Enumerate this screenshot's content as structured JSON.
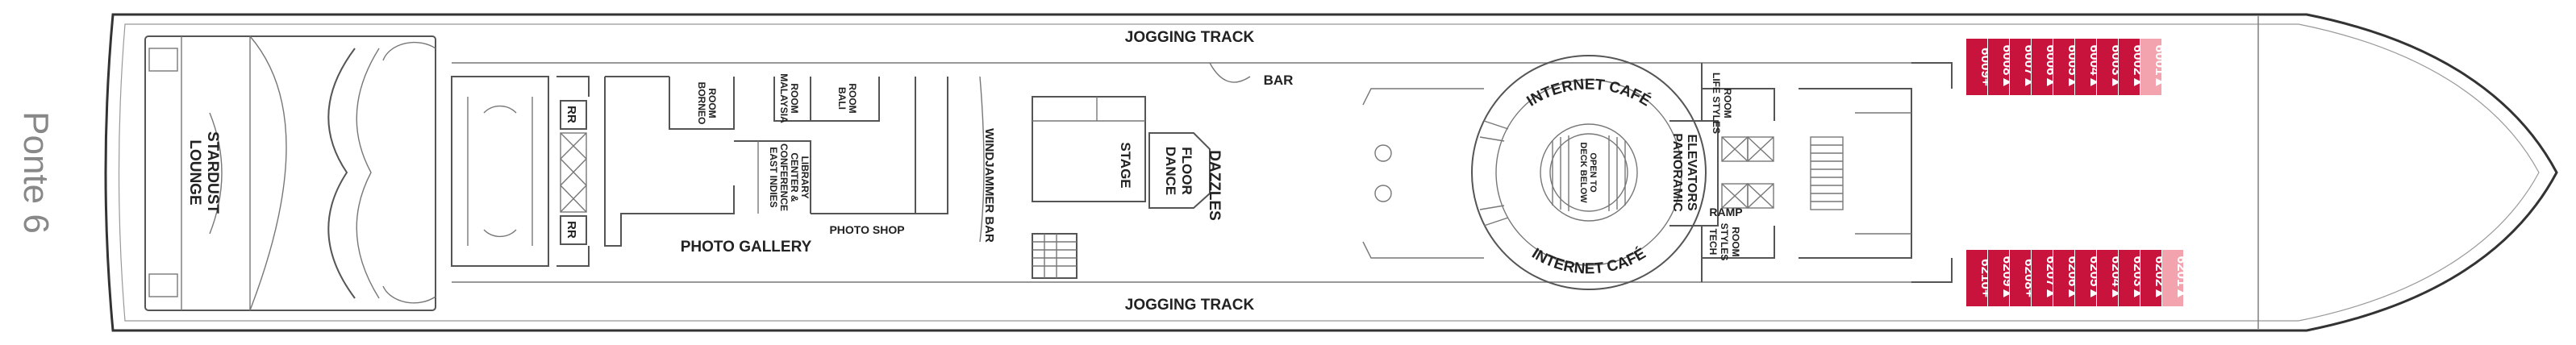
{
  "deck_name": "Ponte 6",
  "colors": {
    "hull": "#333333",
    "wall": "#555555",
    "cabin_suite": "#c8143c",
    "cabin_light": "#f3a3ad",
    "text": "#222222",
    "deck_name_text": "#888888"
  },
  "labels": {
    "jogging_track_top": "JOGGING TRACK",
    "jogging_track_bottom": "JOGGING TRACK",
    "stardust_line1": "STARDUST",
    "stardust_line2": "LOUNGE",
    "rr_top": "RR",
    "rr_bottom": "RR",
    "borneo_line1": "BORNEO",
    "borneo_line2": "ROOM",
    "malaysia_line1": "MALAYSIA",
    "malaysia_line2": "ROOM",
    "bali_line1": "BALI",
    "bali_line2": "ROOM",
    "east_indies_line1": "EAST INDIES",
    "east_indies_line2": "CONFERENCE",
    "east_indies_line3": "CENTER &",
    "east_indies_line4": "LIBRARY",
    "photo_shop": "PHOTO SHOP",
    "photo_gallery": "PHOTO GALLERY",
    "windjammer_bar": "WINDJAMMER BAR",
    "stage": "STAGE",
    "dance_line1": "DANCE",
    "dance_line2": "FLOOR",
    "dazzles": "DAZZLES",
    "bar": "BAR",
    "internet_cafe_top": "INTERNET CAFÉ",
    "internet_cafe_bottom": "INTERNET CAFÉ",
    "open_line1": "OPEN TO",
    "open_line2": "DECK BELOW",
    "panoramic_line1": "PANORAMIC",
    "panoramic_line2": "ELEVATORS",
    "life_styles_line1": "LIFE STYLES",
    "life_styles_line2": "ROOM",
    "tech_styles_line1": "TECH",
    "tech_styles_line2": "STYLES",
    "tech_styles_line3": "ROOM",
    "ramp": "RAMP"
  },
  "cabins_top": [
    {
      "id": "6009",
      "suffix": "+",
      "tone": "dark"
    },
    {
      "id": "6008",
      "suffix": "▲",
      "tone": "dark"
    },
    {
      "id": "6007",
      "suffix": "▲",
      "tone": "dark"
    },
    {
      "id": "6006",
      "suffix": "▲",
      "tone": "dark"
    },
    {
      "id": "6005",
      "suffix": "▲",
      "tone": "dark"
    },
    {
      "id": "6004",
      "suffix": "▲",
      "tone": "dark"
    },
    {
      "id": "6003",
      "suffix": "▲",
      "tone": "dark"
    },
    {
      "id": "6002",
      "suffix": "▲",
      "tone": "dark"
    },
    {
      "id": "6001",
      "suffix": "▲",
      "tone": "light"
    }
  ],
  "cabins_bottom": [
    {
      "id": "6210",
      "suffix": "+",
      "tone": "dark"
    },
    {
      "id": "6209",
      "suffix": "▲",
      "tone": "dark"
    },
    {
      "id": "6208",
      "suffix": "+",
      "tone": "dark"
    },
    {
      "id": "6207",
      "suffix": "▲",
      "tone": "dark"
    },
    {
      "id": "6206",
      "suffix": "▲",
      "tone": "dark"
    },
    {
      "id": "6205",
      "suffix": "▲",
      "tone": "dark"
    },
    {
      "id": "6204",
      "suffix": "▲",
      "tone": "dark"
    },
    {
      "id": "6203",
      "suffix": "▲",
      "tone": "dark"
    },
    {
      "id": "6202",
      "suffix": "▲",
      "tone": "dark"
    },
    {
      "id": "6201",
      "suffix": "▲",
      "tone": "light"
    }
  ]
}
